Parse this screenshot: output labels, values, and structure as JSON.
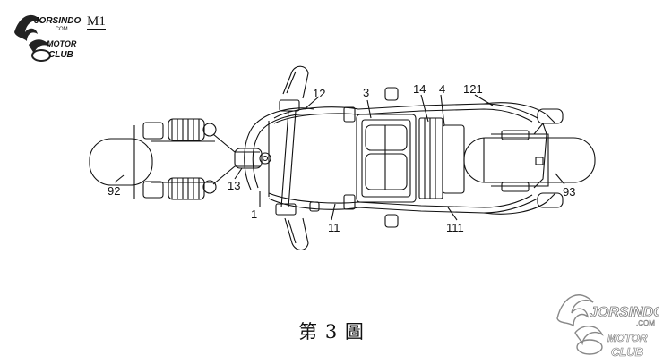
{
  "sheet": {
    "label": "M1"
  },
  "caption": "第 3 圖",
  "logo": {
    "name": "JORSINDO",
    "domain": ".COM",
    "line1": "MOTOR",
    "line2": "CLUB"
  },
  "reference_numerals": [
    "1",
    "3",
    "4",
    "11",
    "12",
    "13",
    "14",
    "92",
    "93",
    "111",
    "121"
  ]
}
